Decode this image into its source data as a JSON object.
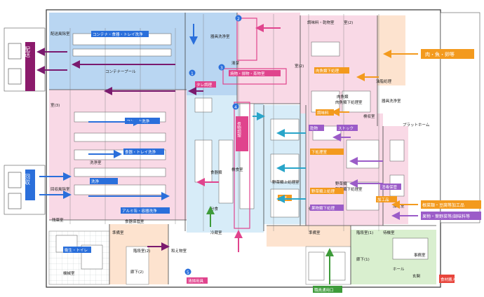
{
  "rooms": {
    "haisou": "配送風除室",
    "container_pool": "コンテナープール",
    "senjoshitsu": "洗浄室",
    "kaishuu": "回収風除室",
    "kenshuu": "検収室(2)",
    "gomi": "残菜室",
    "kikaishitsu": "機械室",
    "shokki_hokan": "食器保管室",
    "shokki_ryou": "食器類",
    "bunshoku": "分食",
    "oshokushitsu": "器具洗浄室",
    "shitsu_3": "室(3)",
    "shitsu_2": "室(2)",
    "chomikan": "調味料・乾物室",
    "yasai_kensa": "野菜類",
    "yasai_shita": "野菜類下処理室",
    "yasai_joshori": "野菜類上処理室",
    "gyoniku_shita": "肉魚類下処理室",
    "gyoniku_kensa": "肉魚類",
    "kensoku": "検収室",
    "yushoku_shori": "油脂処理",
    "kaidan_1": "階段室(1)",
    "kaidan_2": "階段室(2)",
    "rouka_1": "廊下(1)",
    "rouka_2": "廊下(2)",
    "hall": "ホール",
    "genkan": "玄関",
    "jimushitsu": "事務室",
    "junbi": "準備室",
    "eisei": "衛生",
    "kenshokuyou": "検食室",
    "chilled": "冷蔵室",
    "nyuuko": "和え物室",
    "kikai_senjo": "器具洗浄室",
    "seiketsu": "清潔",
    "platform": "プラットホーム",
    "kakou": "加工室",
    "taiki": "待機室"
  },
  "labels": {
    "container_route": "コンテナ・食器・トレイ洗浄",
    "container_return": "コンテナ洗浄",
    "shokki_route": "食器・トレイ洗浄",
    "kiki_route": "アルミ缶・容器洗浄",
    "tarehi": "タレ調理",
    "itamemono": "焼物・揚物・蒸物室",
    "nimono": "煮物調理",
    "gyoniku_label": "肉魚類下処理",
    "choukai_label": "調味料",
    "kankei_label": "乾物",
    "stock_label": "ストック",
    "yasai_shita_label": "下処理室",
    "yasai_jo_label": "野菜類上処理",
    "kudamono_label": "果物類下処理",
    "tofu_label": "豆腐",
    "eisei_label": "衛生・トイレ",
    "sanitize_label": "消毒保管",
    "kakou_label": "加工品",
    "seisou": "清掃用具",
    "cooking_label": "洗浄",
    "left_out_top": "配送",
    "left_out_bottom": "回収",
    "right_in": "肉・魚・卵等",
    "right_pink_box": "根菜類・豆腐等加工品",
    "right_purple_box": "果物・葉野菜等/調味料等",
    "bottom_red_box": "食材搬入",
    "bottom_green_box": "職員通用口"
  },
  "markers": [
    "1",
    "2",
    "3",
    "4",
    "5"
  ],
  "colors": {
    "blue_zone": "#b9d6f2",
    "pink_zone": "#f9d9e6",
    "lightblue_zone": "#d7ecf8",
    "green_zone": "#d9efcf",
    "peach_zone": "#fde3cf",
    "grey_zone": "#e4e4e4",
    "arrow_blue": "#2a6fdb",
    "arrow_purple": "#7a1a6e",
    "arrow_pink": "#e0448d",
    "arrow_orange": "#f39a1e",
    "arrow_cyan": "#29a5c9",
    "arrow_violet": "#9b5cc8",
    "arrow_green": "#3e9b3a",
    "delivery": "#8b1a6b"
  }
}
